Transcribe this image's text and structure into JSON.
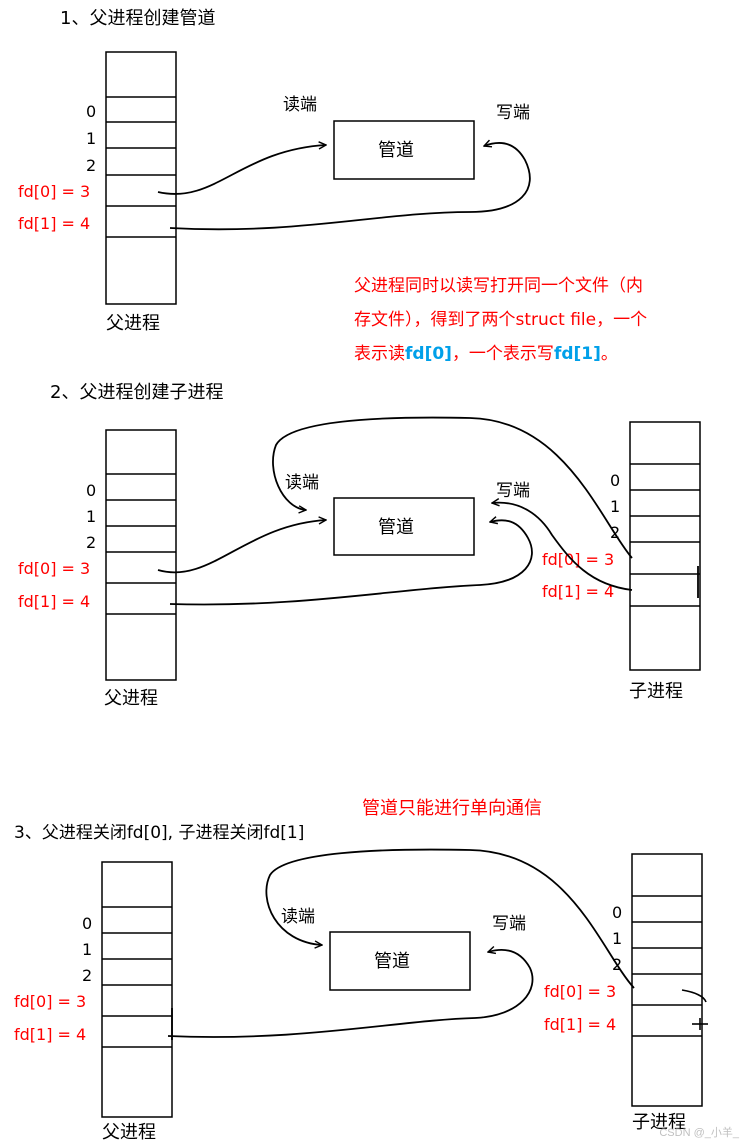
{
  "colors": {
    "ink": "#000000",
    "note": "#ff0000",
    "fd_label": "#ff0000",
    "highlight": "#00a0e9"
  },
  "step1": {
    "title": "1、父进程创建管道",
    "read_end": "读端",
    "write_end": "写端",
    "pipe": "管道",
    "parent_label": "父进程",
    "rows": [
      "0",
      "1",
      "2"
    ],
    "fd0": "fd[0] = 3",
    "fd1": "fd[1] = 4",
    "note_line1": "父进程同时以读写打开同一个文件（内",
    "note_line2": "存文件），得到了两个struct file，一个",
    "note_line3_a": "表示读",
    "note_line3_b": "fd[0]",
    "note_line3_c": "，一个表示写",
    "note_line3_d": "fd[1]",
    "note_line3_e": "。"
  },
  "step2": {
    "title": "2、父进程创建子进程",
    "read_end": "读端",
    "write_end": "写端",
    "pipe": "管道",
    "parent_label": "父进程",
    "child_label": "子进程",
    "rows": [
      "0",
      "1",
      "2"
    ],
    "parent_fd0": "fd[0] = 3",
    "parent_fd1": "fd[1] = 4",
    "child_rows": [
      "0",
      "1",
      "2"
    ],
    "child_fd0": "fd[0] = 3",
    "child_fd1": "fd[1] = 4"
  },
  "step3": {
    "note": "管道只能进行单向通信",
    "title": "3、父进程关闭fd[0], 子进程关闭fd[1]",
    "read_end": "读端",
    "write_end": "写端",
    "pipe": "管道",
    "parent_label": "父进程",
    "child_label": "子进程",
    "rows": [
      "0",
      "1",
      "2"
    ],
    "parent_fd0": "fd[0] = 3",
    "parent_fd1": "fd[1] = 4",
    "child_rows": [
      "0",
      "1",
      "2"
    ],
    "child_fd0": "fd[0] = 3",
    "child_fd1": "fd[1] = 4"
  },
  "watermark": "CSDN @_小羊_"
}
